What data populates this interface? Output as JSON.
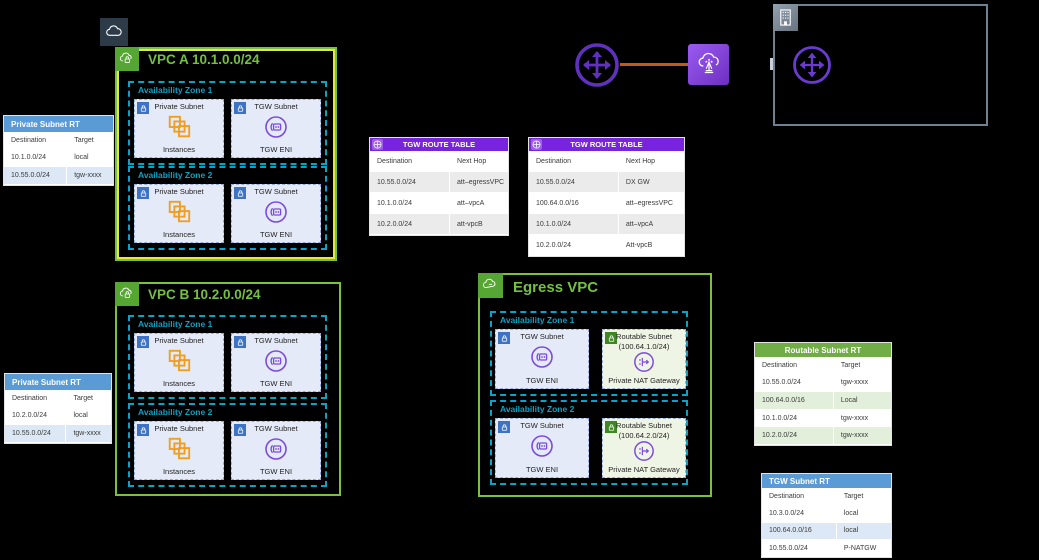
{
  "colors": {
    "background": "#000000",
    "vpc_green": "#79C142",
    "vpc_selected_inner": "#E9E63F",
    "az_teal": "#0AA2C9",
    "subnet_lavender": "#E5EAF8",
    "subnet_light_green": "#EFF5E5",
    "table_blue_header": "#5B9BD5",
    "table_purple_header": "#7823DC",
    "table_green_header": "#70AD47",
    "aws_orange": "#C55A11",
    "icon_purple": "#5F31BE",
    "instances_orange": "#F19D20"
  },
  "vpcs": {
    "a": {
      "title": "VPC A 10.1.0.0/24",
      "az1_label": "Availability Zone 1",
      "az2_label": "Availability Zone 2",
      "private_subnet": "Private Subnet",
      "tgw_subnet": "TGW Subnet",
      "instances": "Instances",
      "tgw_eni": "TGW ENI"
    },
    "b": {
      "title": "VPC B 10.2.0.0/24",
      "az1_label": "Availability Zone 1",
      "az2_label": "Availability Zone 2",
      "private_subnet": "Private Subnet",
      "tgw_subnet": "TGW Subnet",
      "instances": "Instances",
      "tgw_eni": "TGW ENI"
    },
    "egress": {
      "title": "Egress VPC",
      "az1_label": "Availability Zone 1",
      "az2_label": "Availability Zone 2",
      "tgw_subnet": "TGW Subnet",
      "tgw_eni": "TGW ENI",
      "routable_subnet_az1": "Routable Subnet (100.64.1.0/24)",
      "routable_subnet_az2": "Routable Subnet (100.64.2.0/24)",
      "private_nat_gateway": "Private NAT Gateway"
    }
  },
  "tables": {
    "psrt_a": {
      "title": "Private Subnet RT",
      "cols": [
        "Destination",
        "Target"
      ],
      "rows": [
        [
          "10.1.0.0/24",
          "local"
        ],
        [
          "10.55.0.0/24",
          "tgw-xxxx"
        ]
      ]
    },
    "psrt_b": {
      "title": "Private Subnet RT",
      "cols": [
        "Destination",
        "Target"
      ],
      "rows": [
        [
          "10.2.0.0/24",
          "local"
        ],
        [
          "10.55.0.0/24",
          "tgw-xxxx"
        ]
      ]
    },
    "tgw_rt_1": {
      "title": "TGW ROUTE TABLE",
      "cols": [
        "Destination",
        "Next Hop"
      ],
      "rows": [
        [
          "10.55.0.0/24",
          "att–egressVPC"
        ],
        [
          "10.1.0.0/24",
          "att–vpcA"
        ],
        [
          "10.2.0.0/24",
          "att-vpcB"
        ]
      ]
    },
    "tgw_rt_2": {
      "title": "TGW ROUTE TABLE",
      "cols": [
        "Destination",
        "Next Hop"
      ],
      "rows": [
        [
          "10.55.0.0/24",
          "DX GW"
        ],
        [
          "100.64.0.0/16",
          "att–egressVPC"
        ],
        [
          "10.1.0.0/24",
          "att–vpcA"
        ],
        [
          "10.2.0.0/24",
          "Att-vpcB"
        ]
      ]
    },
    "routable_rt": {
      "title": "Routable Subnet RT",
      "cols": [
        "Destination",
        "Target"
      ],
      "rows": [
        [
          "10.55.0.0/24",
          "tgw-xxxx"
        ],
        [
          "100.64.0.0/16",
          "Local"
        ],
        [
          "10.1.0.0/24",
          "tgw-xxxx"
        ],
        [
          "10.2.0.0/24",
          "tgw-xxxx"
        ]
      ]
    },
    "tgw_subnet_rt": {
      "title": "TGW Subnet RT",
      "cols": [
        "Destination",
        "Target"
      ],
      "rows": [
        [
          "10.3.0.0/24",
          "local"
        ],
        [
          "100.64.0.0/16",
          "local"
        ],
        [
          "10.55.0.0/24",
          "P-NATGW"
        ]
      ]
    }
  }
}
